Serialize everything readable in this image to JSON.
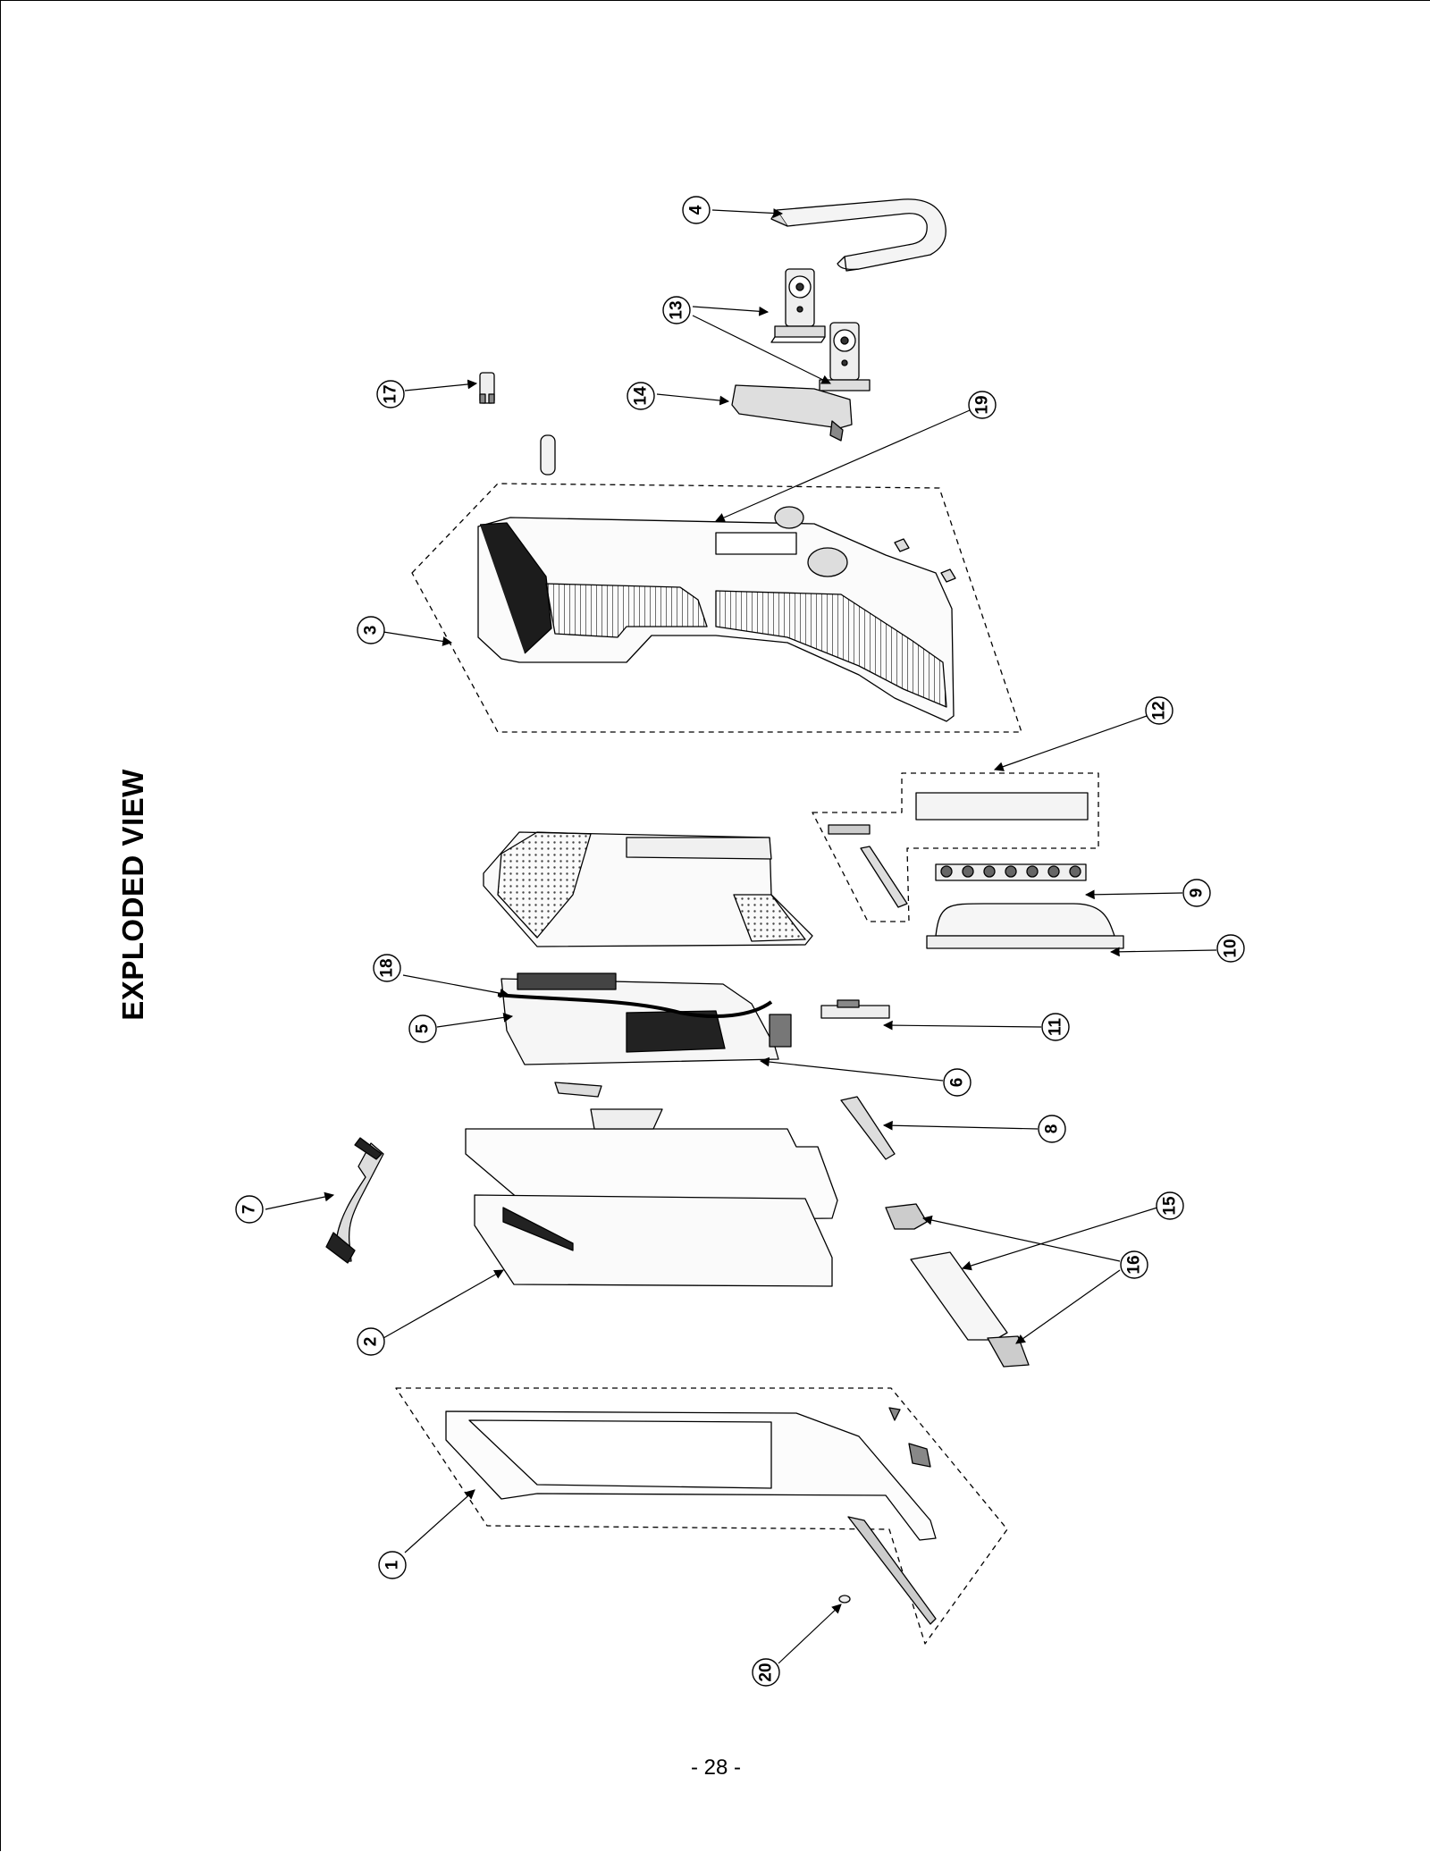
{
  "page": {
    "title": "EXPLODED VIEW",
    "page_number": "- 28 -"
  },
  "callouts": [
    {
      "id": "c1",
      "label": "1"
    },
    {
      "id": "c2",
      "label": "2"
    },
    {
      "id": "c3",
      "label": "3"
    },
    {
      "id": "c4",
      "label": "4"
    },
    {
      "id": "c5",
      "label": "5"
    },
    {
      "id": "c6",
      "label": "6"
    },
    {
      "id": "c7",
      "label": "7"
    },
    {
      "id": "c8",
      "label": "8"
    },
    {
      "id": "c9",
      "label": "9"
    },
    {
      "id": "c10",
      "label": "10"
    },
    {
      "id": "c11",
      "label": "11"
    },
    {
      "id": "c12",
      "label": "12"
    },
    {
      "id": "c13",
      "label": "13"
    },
    {
      "id": "c14",
      "label": "14"
    },
    {
      "id": "c15",
      "label": "15"
    },
    {
      "id": "c16",
      "label": "16"
    },
    {
      "id": "c17",
      "label": "17"
    },
    {
      "id": "c18",
      "label": "18"
    },
    {
      "id": "c19",
      "label": "19"
    },
    {
      "id": "c20",
      "label": "20"
    }
  ]
}
